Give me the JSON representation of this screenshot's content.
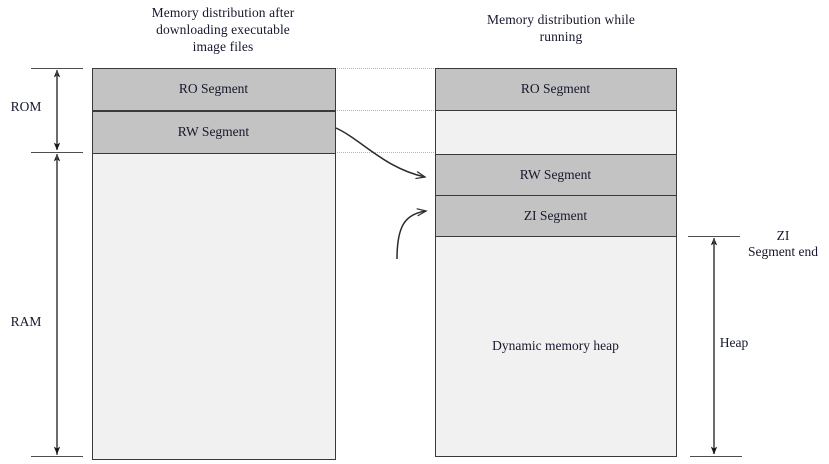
{
  "diagram": {
    "left_panel": {
      "title": "Memory distribution after downloading executable image files",
      "title_lines": [
        "Memory distribution after",
        "downloading executable",
        "image files"
      ],
      "segments": [
        {
          "label": "RO Segment",
          "fill": "#c3c3c3"
        },
        {
          "label": "RW Segment",
          "fill": "#c3c3c3"
        },
        {
          "label": "",
          "fill": "#f1f1f1"
        }
      ]
    },
    "right_panel": {
      "title": "Memory distribution while running",
      "title_lines": [
        "Memory distribution while",
        "running"
      ],
      "segments": [
        {
          "label": "RO Segment",
          "fill": "#c3c3c3"
        },
        {
          "label": "",
          "fill": "#f1f1f1"
        },
        {
          "label": "RW Segment",
          "fill": "#c3c3c3"
        },
        {
          "label": "ZI Segment",
          "fill": "#c3c3c3"
        },
        {
          "label": "Dynamic memory heap",
          "fill": "#f1f1f1"
        }
      ]
    },
    "left_scale": [
      {
        "label": "ROM"
      },
      {
        "label": "RAM"
      }
    ],
    "right_scale": [
      {
        "label_lines": [
          "ZI",
          "Segment end"
        ],
        "label": "ZI Segment end"
      },
      {
        "label_lines": [
          "Heap"
        ],
        "label": "Heap"
      }
    ],
    "colors": {
      "segment_fill": "#c3c3c3",
      "empty_fill": "#f1f1f1",
      "border": "#3a3a3a",
      "arrow": "#333333",
      "dotted": "#b6b6b6",
      "text": "#16182c"
    },
    "connectors": [
      {
        "name": "rw-relocation-arrow",
        "from": "left RW Segment",
        "to": "right RW Segment"
      },
      {
        "name": "zi-creation-arrow",
        "from": "below",
        "to": "right ZI Segment"
      }
    ]
  }
}
